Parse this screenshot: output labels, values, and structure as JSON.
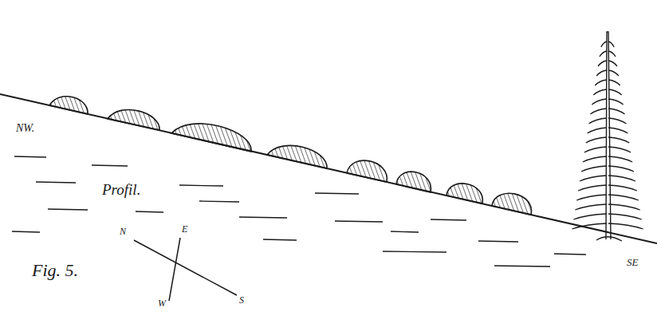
{
  "diagram": {
    "caption": "Fig. 5.",
    "labels": [
      "NW.",
      "Profil.",
      "N",
      "E",
      "W",
      "S",
      "SE"
    ]
  }
}
